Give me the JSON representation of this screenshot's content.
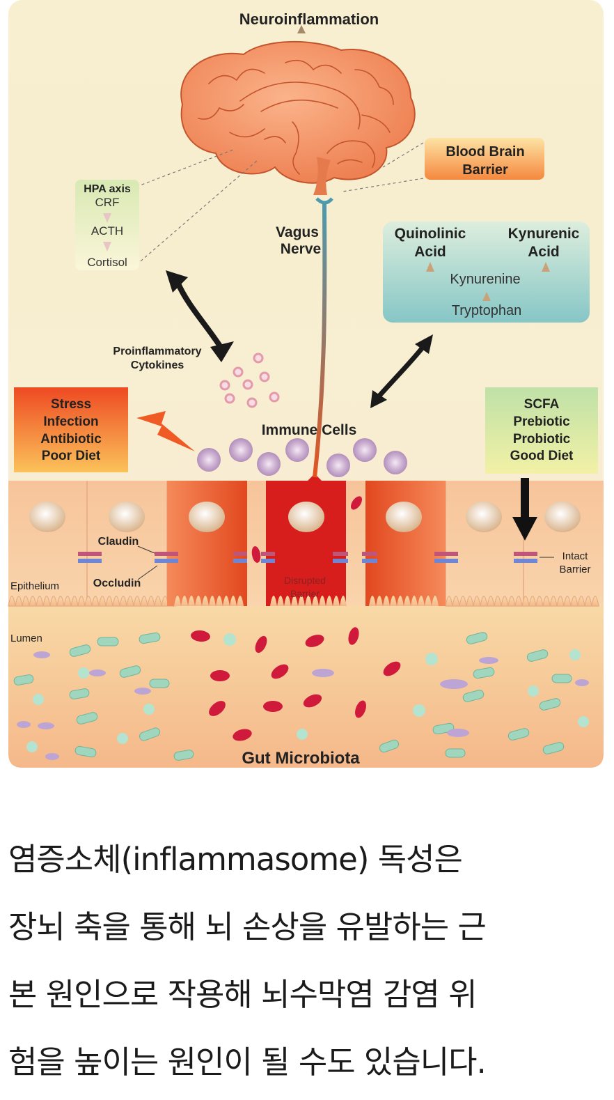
{
  "diagram": {
    "neuroinflammation": "Neuroinflammation",
    "blood_brain_barrier": [
      "Blood Brain",
      "Barrier"
    ],
    "hpa": {
      "title": "HPA axis",
      "steps": [
        "CRF",
        "ACTH",
        "Cortisol"
      ]
    },
    "vagus_nerve": [
      "Vagus",
      "Nerve"
    ],
    "kynurenine_pathway": {
      "quinolinic": [
        "Quinolinic",
        "Acid"
      ],
      "kynurenic": [
        "Kynurenic",
        "Acid"
      ],
      "kynurenine": "Kynurenine",
      "tryptophan": "Tryptophan"
    },
    "cytokines": [
      "Proinflammatory",
      "Cytokines"
    ],
    "stressors": [
      "Stress",
      "Infection",
      "Antibiotic",
      "Poor Diet"
    ],
    "protectors": [
      "SCFA",
      "Prebiotic",
      "Probiotic",
      "Good Diet"
    ],
    "immune_cells": "Immune  Cells",
    "claudin": "Claudin",
    "occludin": "Occludin",
    "epithelium": "Epithelium",
    "disrupted_barrier": [
      "Disrupted",
      "Barrier"
    ],
    "intact_barrier": [
      "Intact",
      "Barrier"
    ],
    "lumen": "Lumen",
    "gut_microbiota": "Gut Microbiota"
  },
  "caption": {
    "lines": [
      "염증소체(inflammasome) 독성은",
      "장뇌 축을 통해 뇌 손상을 유발하는 근",
      "본 원인으로 작용해 뇌수막염 감염 위",
      "험을 높이는 원인이 될 수도 있습니다."
    ]
  },
  "colors": {
    "background_top": "#f7efcf",
    "epithelium": "#f6c69b",
    "disrupted_cell": "#d81d1d",
    "pathogen": "#d01a3c",
    "commensal": "#8fd0b6",
    "hpa_box": "#e6efbf",
    "kynurenine_box": "#a9d8cf",
    "stress_box": "#f05a24",
    "protect_box": "#dff0b0"
  }
}
